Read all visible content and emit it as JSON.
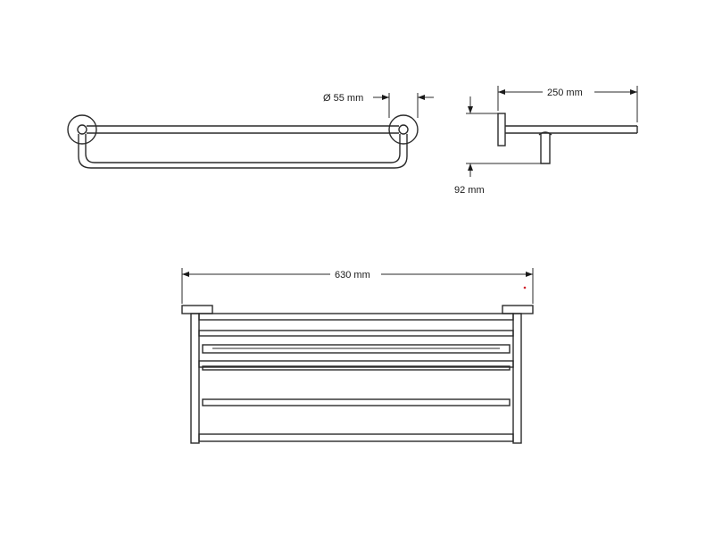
{
  "dimensions": {
    "diameter": "Ø 55 mm",
    "depth": "250 mm",
    "height": "92 mm",
    "width": "630 mm"
  },
  "colors": {
    "line": "#2a2a2a",
    "background": "#ffffff",
    "marker": "#d0202a"
  }
}
